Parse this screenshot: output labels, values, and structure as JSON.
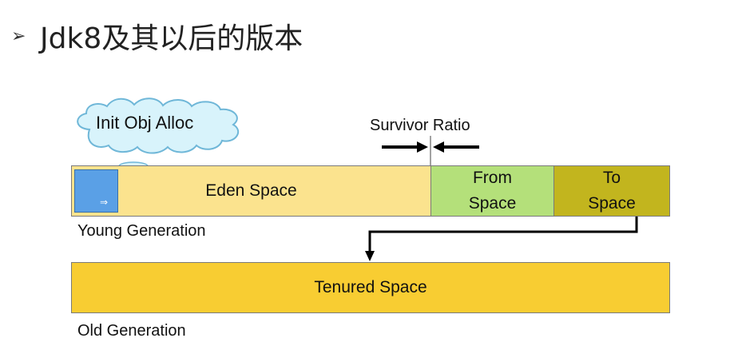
{
  "title": {
    "bullet_icon": "arrow-bullet-icon",
    "text": "Jdk8及其以后的版本"
  },
  "diagram": {
    "init_obj_alloc": "Init Obj Alloc",
    "survivor_ratio": "Survivor Ratio",
    "eden_space": "Eden Space",
    "from_space": [
      "From",
      "Space"
    ],
    "to_space": [
      "To",
      "Space"
    ],
    "young_generation": "Young Generation",
    "tenured_space": "Tenured Space",
    "old_generation": "Old Generation"
  },
  "colors": {
    "eden": "#fbe38e",
    "from": "#b4e07a",
    "to": "#c2b51e",
    "tenured": "#f8cd32",
    "object": "#5aa0e6",
    "cloud": "#d8f3fb",
    "cloud_border": "#6fb7d8"
  }
}
